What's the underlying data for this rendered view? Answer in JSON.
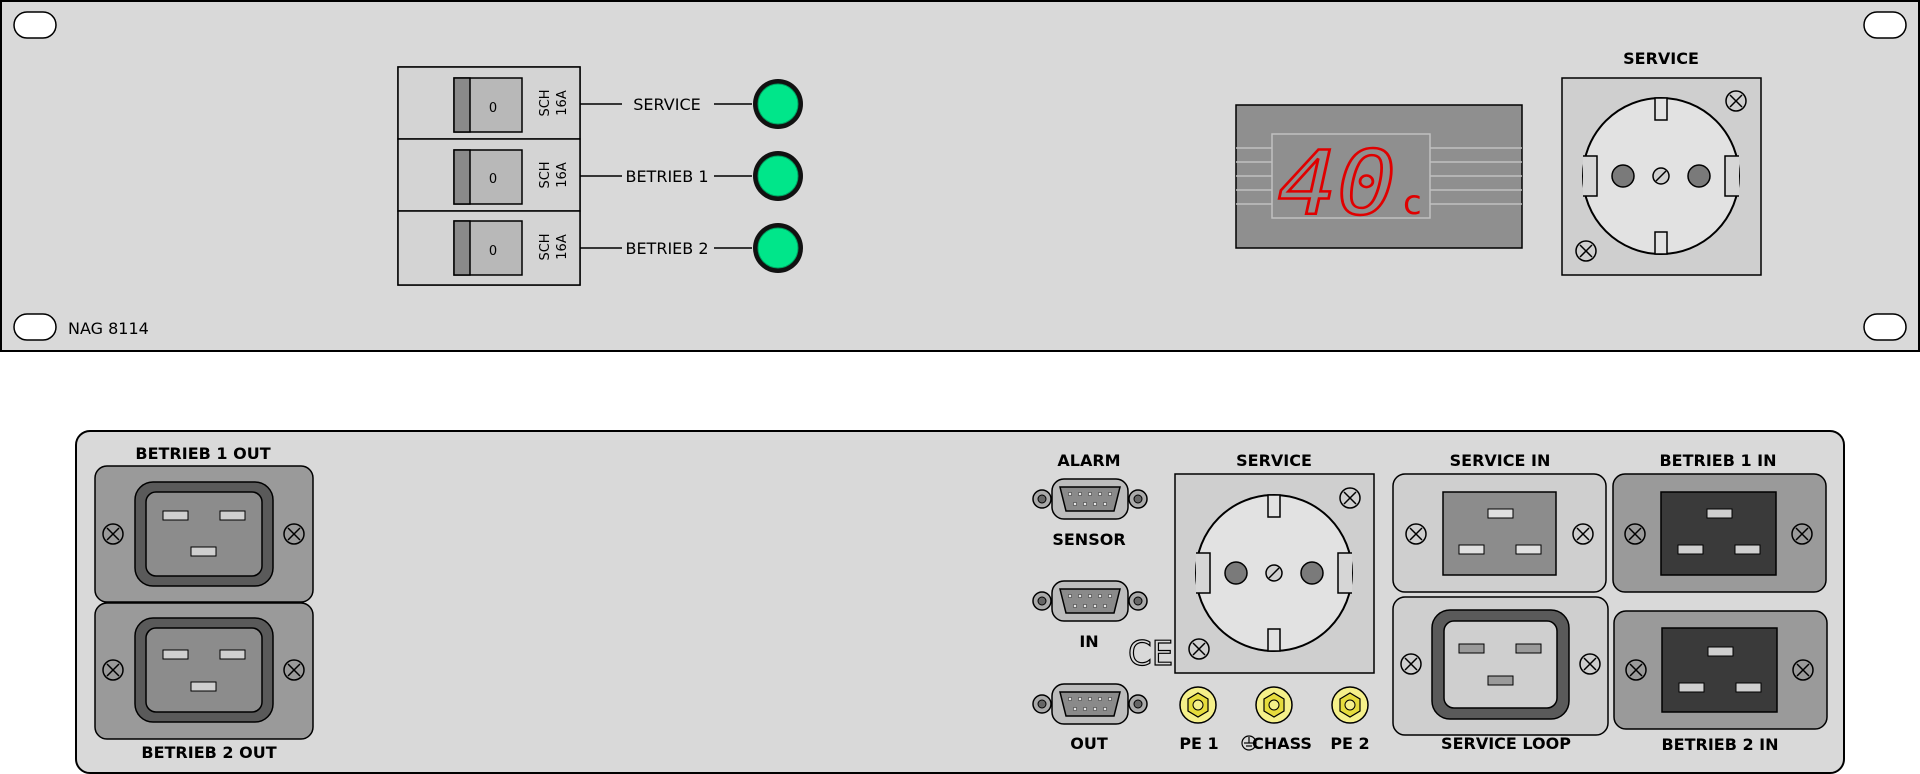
{
  "front_panel": {
    "model": "NAG 8114",
    "breakers": [
      {
        "toggle": "0",
        "rating": "SCH",
        "rating2": "16A",
        "label": "SERVICE"
      },
      {
        "toggle": "0",
        "rating": "SCH",
        "rating2": "16A",
        "label": "BETRIEB 1"
      },
      {
        "toggle": "0",
        "rating": "SCH",
        "rating2": "16A",
        "label": "BETRIEB 2"
      }
    ],
    "display": {
      "value": "40",
      "unit": "c",
      "color": "#e00000"
    },
    "service_socket_label": "SERVICE",
    "led_color": "#00e68a"
  },
  "rear_panel": {
    "betrieb1_out": "BETRIEB 1 OUT",
    "betrieb2_out": "BETRIEB 2 OUT",
    "alarm": "ALARM",
    "sensor": "SENSOR",
    "in": "IN",
    "out": "OUT",
    "ce": "CE",
    "service": "SERVICE",
    "pe1": "PE 1",
    "chass": "CHASS",
    "pe2": "PE 2",
    "service_in": "SERVICE IN",
    "service_loop": "SERVICE LOOP",
    "betrieb1_in": "BETRIEB 1 IN",
    "betrieb2_in": "BETRIEB 2 IN"
  }
}
